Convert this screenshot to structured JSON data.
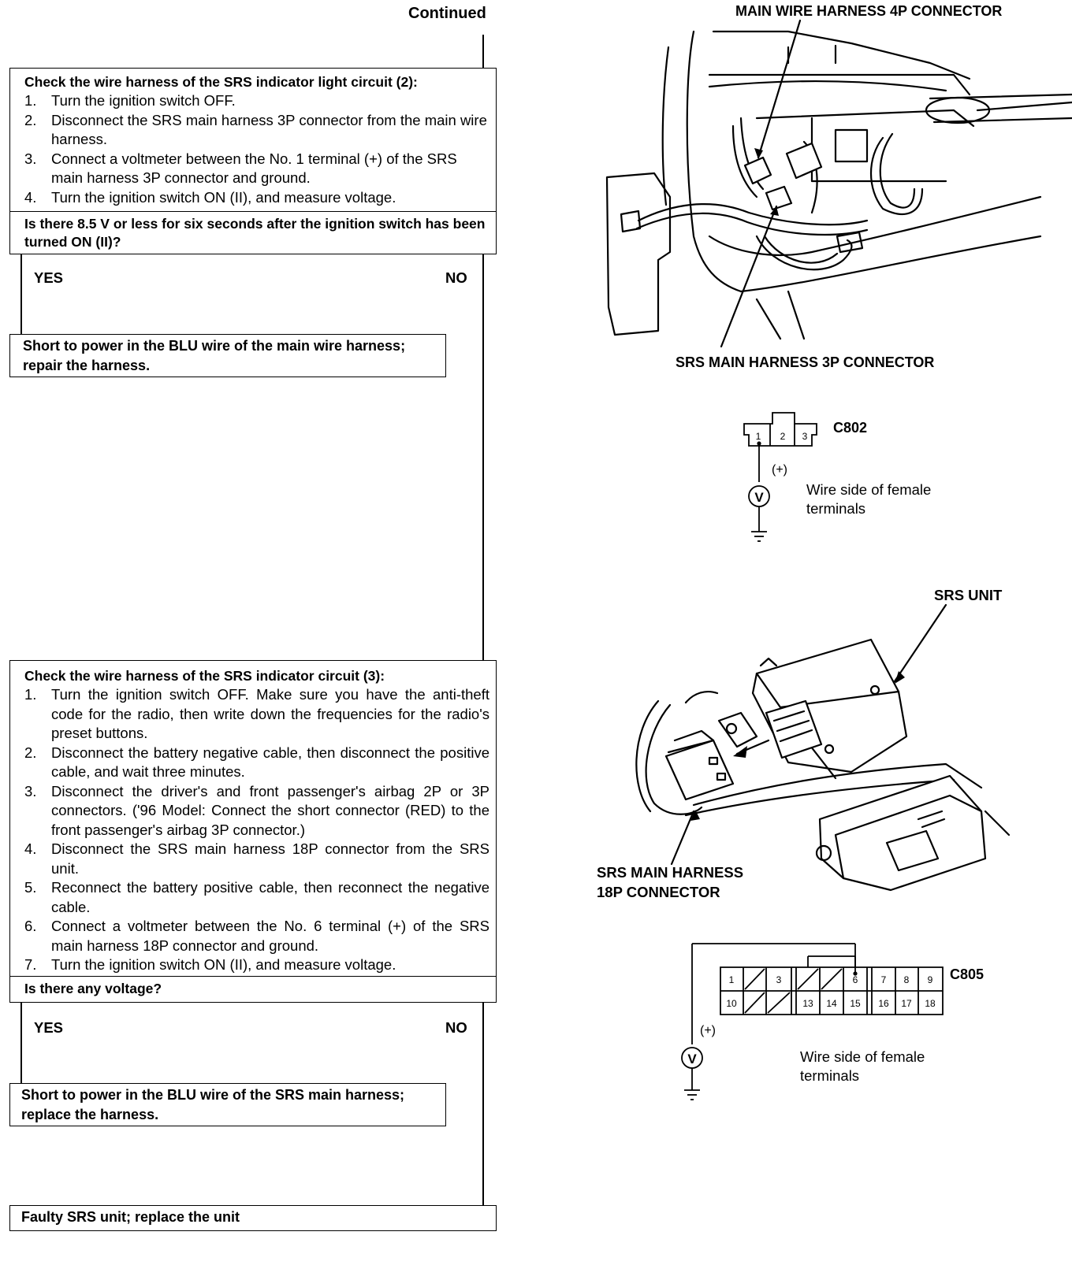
{
  "header": {
    "continued": "Continued"
  },
  "step1": {
    "title": "Check the wire harness of the SRS indicator light circuit (2):",
    "steps": [
      {
        "num": "1.",
        "text": "Turn the ignition switch OFF."
      },
      {
        "num": "2.",
        "text": "Disconnect the SRS main harness 3P connector from the main wire harness."
      },
      {
        "num": "3.",
        "text": "Connect a voltmeter between the No. 1 terminal (+) of the SRS main harness 3P connector and ground."
      },
      {
        "num": "4.",
        "text": "Turn the ignition switch ON (II), and measure voltage."
      }
    ],
    "question": "Is there 8.5 V or less for six seconds after the ignition switch has been turned ON (II)?",
    "yes": "YES",
    "no": "NO",
    "result": "Short to power in the BLU wire of the main wire harness; repair the harness."
  },
  "step2": {
    "title": "Check the wire harness of the SRS indicator circuit (3):",
    "steps": [
      {
        "num": "1.",
        "text": "Turn the ignition switch OFF. Make sure you have the anti-theft code for the radio, then write down the frequencies for the radio's preset buttons."
      },
      {
        "num": "2.",
        "text": "Disconnect the battery negative cable, then disconnect the positive cable, and wait three minutes."
      },
      {
        "num": "3.",
        "text": "Disconnect the driver's and front passenger's airbag 2P or 3P connectors. ('96 Model: Connect the short connector (RED) to the front passenger's airbag 3P connector.)"
      },
      {
        "num": "4.",
        "text": "Disconnect the SRS main harness 18P connector from the SRS unit."
      },
      {
        "num": "5.",
        "text": "Reconnect the battery positive cable, then reconnect the negative cable."
      },
      {
        "num": "6.",
        "text": "Connect a voltmeter between the No. 6 terminal (+) of the SRS main harness 18P connector and ground."
      },
      {
        "num": "7.",
        "text": "Turn the ignition switch ON (II), and measure voltage."
      }
    ],
    "question": "Is there any voltage?",
    "yes": "YES",
    "no": "NO",
    "result": "Short to power in the BLU wire of the SRS main harness; replace the harness."
  },
  "final": {
    "result": "Faulty SRS unit; replace the unit"
  },
  "figure1": {
    "label_top": "MAIN WIRE HARNESS 4P CONNECTOR",
    "label_bottom": "SRS MAIN HARNESS 3P CONNECTOR"
  },
  "connector1": {
    "id": "C802",
    "terminals": [
      "1",
      "2",
      "3"
    ],
    "plus": "(+)",
    "meter": "V",
    "note_line1": "Wire side of female",
    "note_line2": "terminals"
  },
  "figure2": {
    "label_unit": "SRS UNIT",
    "label_conn_line1": "SRS MAIN HARNESS",
    "label_conn_line2": "18P CONNECTOR"
  },
  "connector2": {
    "id": "C805",
    "row1": [
      "1",
      "",
      "3",
      "",
      "",
      "6",
      "7",
      "8",
      "9"
    ],
    "row2": [
      "10",
      "",
      "",
      "13",
      "14",
      "15",
      "16",
      "17",
      "18"
    ],
    "plus": "(+)",
    "meter": "V",
    "note_line1": "Wire side of female",
    "note_line2": "terminals"
  }
}
